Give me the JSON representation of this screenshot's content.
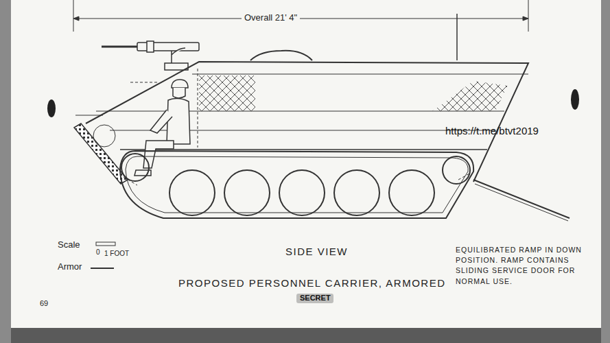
{
  "diagram": {
    "title": "SIDE VIEW",
    "caption": "PROPOSED PERSONNEL CARRIER, ARMORED",
    "labels": [
      "Overall 21' 4\"",
      "https://t.me/btvt2019",
      "Scale",
      "0",
      "1 FOOT",
      "Armor",
      "EQUILIBRATED RAMP IN DOWN POSITION. RAMP CONTAINS SLIDING SERVICE DOOR FOR NORMAL USE.",
      "SECRET",
      "69"
    ]
  }
}
